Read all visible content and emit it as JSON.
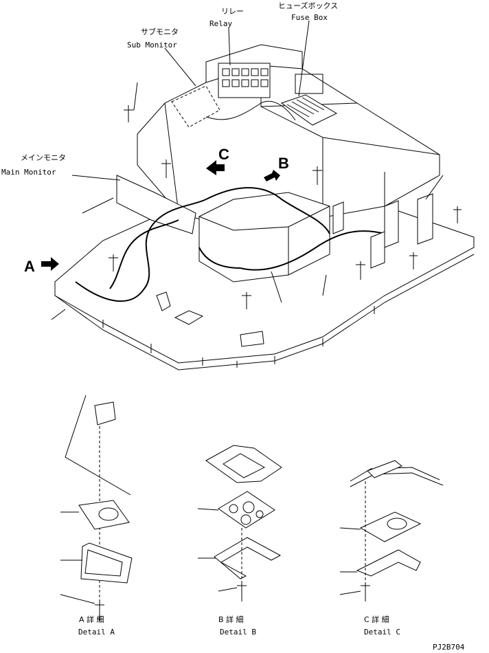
{
  "labels": {
    "relay_jp": "リレー",
    "relay_en": "Relay",
    "fuse_box_jp": "ヒューズボックス",
    "fuse_box_en": "Fuse Box",
    "sub_monitor_jp": "サブモニタ",
    "sub_monitor_en": "Sub Monitor",
    "main_monitor_jp": "メインモニタ",
    "main_monitor_en": "Main Monitor"
  },
  "view_arrows": {
    "a": "A",
    "b": "B",
    "c": "C"
  },
  "details": [
    {
      "title_jp": "A 詳 細",
      "title_en": "Detail A"
    },
    {
      "title_jp": "B 詳 細",
      "title_en": "Detail B"
    },
    {
      "title_jp": "C 詳 細",
      "title_en": "Detail C"
    }
  ],
  "drawing_code": "PJ2B704"
}
